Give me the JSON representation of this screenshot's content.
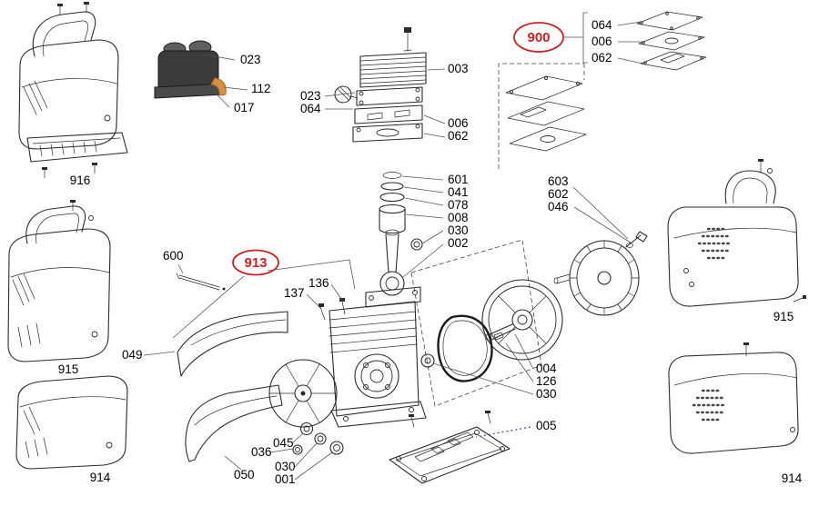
{
  "page": {
    "background": "#ffffff",
    "type": "exploded-parts-diagram"
  },
  "colors": {
    "red": "#cc2222",
    "ink": "#2b2b2b",
    "coil_body": "#3b3b3b",
    "coil_top": "#5e5e5e",
    "coil_base": "#4a4a4a",
    "elbow": "#d6903f",
    "leader_blue": "#3c4899"
  },
  "groups": {
    "kit_900": "900",
    "kit_913": "913"
  },
  "labels": {
    "cover_top_left": "916",
    "cover_mid_left": "915",
    "cover_bottom_left": "914",
    "ignition_coil": "023",
    "elbow_fitting": "112",
    "coil_bracket": "017",
    "cylinder_head": "003",
    "head_screw": "023",
    "head_gasket": "064",
    "valve_plate": "006",
    "cylinder_gasket": "062",
    "kit_plate_top": "064",
    "kit_plate_mid": "006",
    "kit_plate_bottom": "062",
    "circlip": "601",
    "piston_ring_top": "041",
    "piston_ring_bottom": "078",
    "piston": "008",
    "wrist_pin_bearing": "030",
    "connecting_rod": "002",
    "fan_bolt": "603",
    "fan_washer": "602",
    "fan_nut": "046",
    "tie_rod": "600",
    "screw_137": "137",
    "screw_136": "136",
    "shroud_upper": "049",
    "crankshaft": "004",
    "shaft_key": "126",
    "crank_bearing": "030",
    "base_plate": "005",
    "shroud_nut": "036",
    "shroud_washer": "045",
    "shroud_lower": "050",
    "front_bearing": "030",
    "shaft_seal": "001",
    "cover_mid_right": "915",
    "cover_bottom_right": "914"
  }
}
